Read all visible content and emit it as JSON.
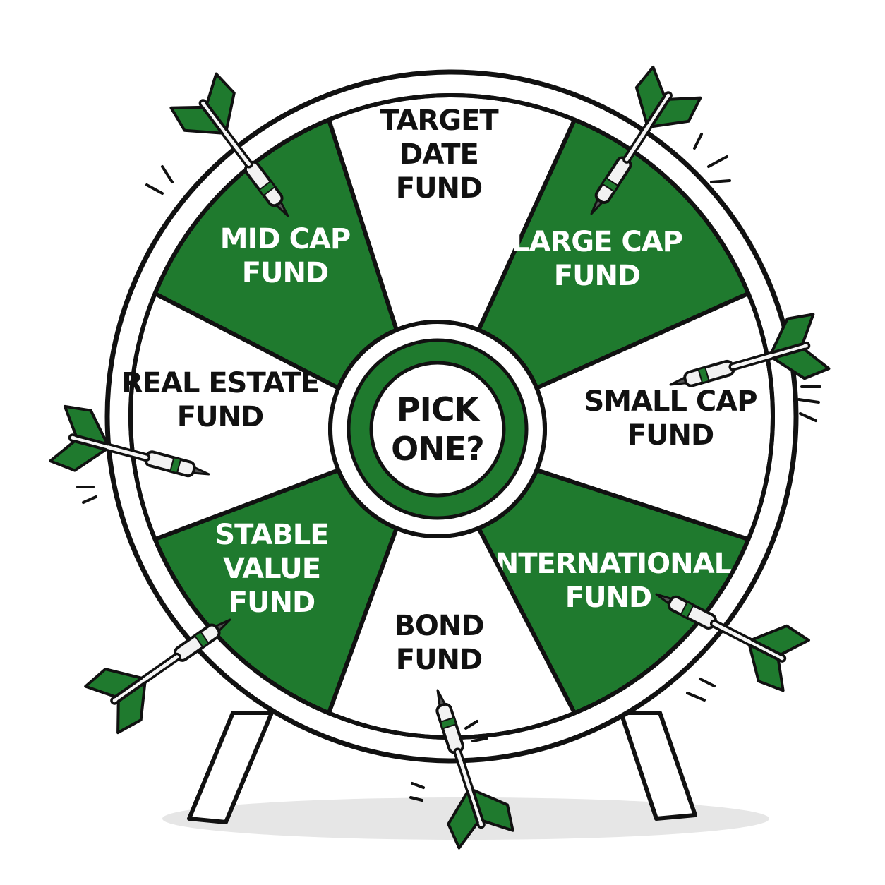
{
  "colors": {
    "green": "#1f7a2e",
    "white": "#ffffff",
    "outline": "#111111"
  },
  "center": {
    "line1": "PICK",
    "line2": "ONE?"
  },
  "segments": [
    {
      "id": "target-date",
      "lines": [
        "TARGET",
        "DATE",
        "FUND"
      ],
      "fill": "white"
    },
    {
      "id": "large-cap",
      "lines": [
        "LARGE CAP",
        "FUND"
      ],
      "fill": "green"
    },
    {
      "id": "small-cap",
      "lines": [
        "SMALL CAP",
        "FUND"
      ],
      "fill": "white"
    },
    {
      "id": "international",
      "lines": [
        "INTERNATIONAL",
        "FUND"
      ],
      "fill": "green"
    },
    {
      "id": "bond",
      "lines": [
        "BOND",
        "FUND"
      ],
      "fill": "white"
    },
    {
      "id": "stable-value",
      "lines": [
        "STABLE",
        "VALUE",
        "FUND"
      ],
      "fill": "green"
    },
    {
      "id": "real-estate",
      "lines": [
        "REAL ESTATE",
        "FUND"
      ],
      "fill": "white"
    },
    {
      "id": "mid-cap",
      "lines": [
        "MID CAP",
        "FUND"
      ],
      "fill": "green"
    }
  ],
  "darts": [
    {
      "name": "dart-top-left-icon"
    },
    {
      "name": "dart-top-right-icon"
    },
    {
      "name": "dart-right-icon"
    },
    {
      "name": "dart-left-icon"
    },
    {
      "name": "dart-bottom-right-icon"
    },
    {
      "name": "dart-bottom-left-icon"
    },
    {
      "name": "dart-bottom-icon"
    }
  ]
}
